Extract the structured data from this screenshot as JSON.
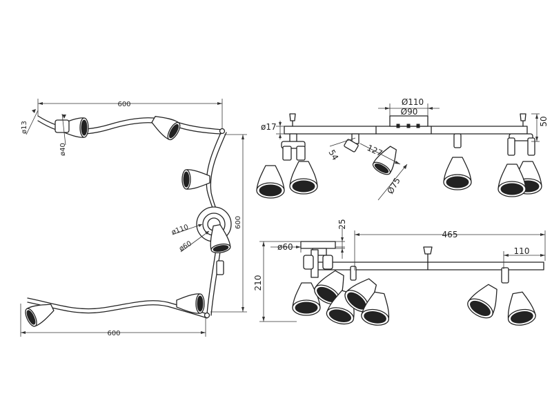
{
  "dimensions": {
    "top_width": "600",
    "dia_13": "ø13",
    "dia_40": "ø40",
    "right_height": "600",
    "dia_110_left": "ø110",
    "dia_60_left": "ø60",
    "bottom_width": "600",
    "front_dia_110": "Ø110",
    "front_dia_90": "Ø90",
    "front_dia_17": "ø17",
    "front_54": "54",
    "front_127": "127",
    "front_dia_75": "Ø75",
    "front_50": "50",
    "side_25": "25",
    "side_465": "465",
    "side_dia_60": "ø60",
    "side_210": "210",
    "side_110": "110"
  }
}
